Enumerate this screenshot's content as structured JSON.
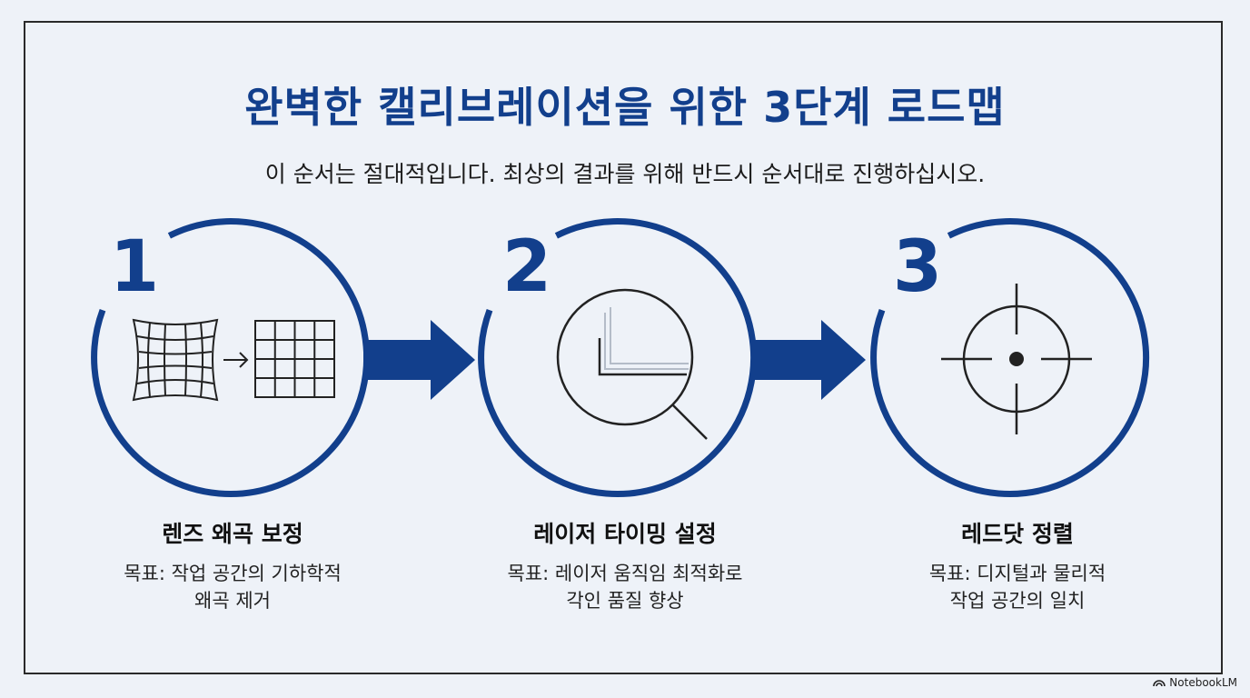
{
  "title": "완벽한 캘리브레이션을 위한 3단계 로드맵",
  "subtitle": "이 순서는 절대적입니다. 최상의 결과를 위해 반드시 순서대로 진행하십시오.",
  "steps": [
    {
      "number": "1",
      "title": "렌즈 왜곡 보정",
      "desc_line1": "목표: 작업 공간의 기하학적",
      "desc_line2": "왜곡 제거",
      "icon": "lens-distortion-icon"
    },
    {
      "number": "2",
      "title": "레이저 타이밍 설정",
      "desc_line1": "목표: 레이저 움직임 최적화로",
      "desc_line2": "각인 품질 향상",
      "icon": "magnifier-icon"
    },
    {
      "number": "3",
      "title": "레드닷 정렬",
      "desc_line1": "목표: 디지털과 물리적",
      "desc_line2": "작업 공간의 일치",
      "icon": "crosshair-icon"
    }
  ],
  "branding": "NotebookLM",
  "colors": {
    "accent": "#123f8c",
    "background": "#eef2f8",
    "ink": "#222222"
  }
}
